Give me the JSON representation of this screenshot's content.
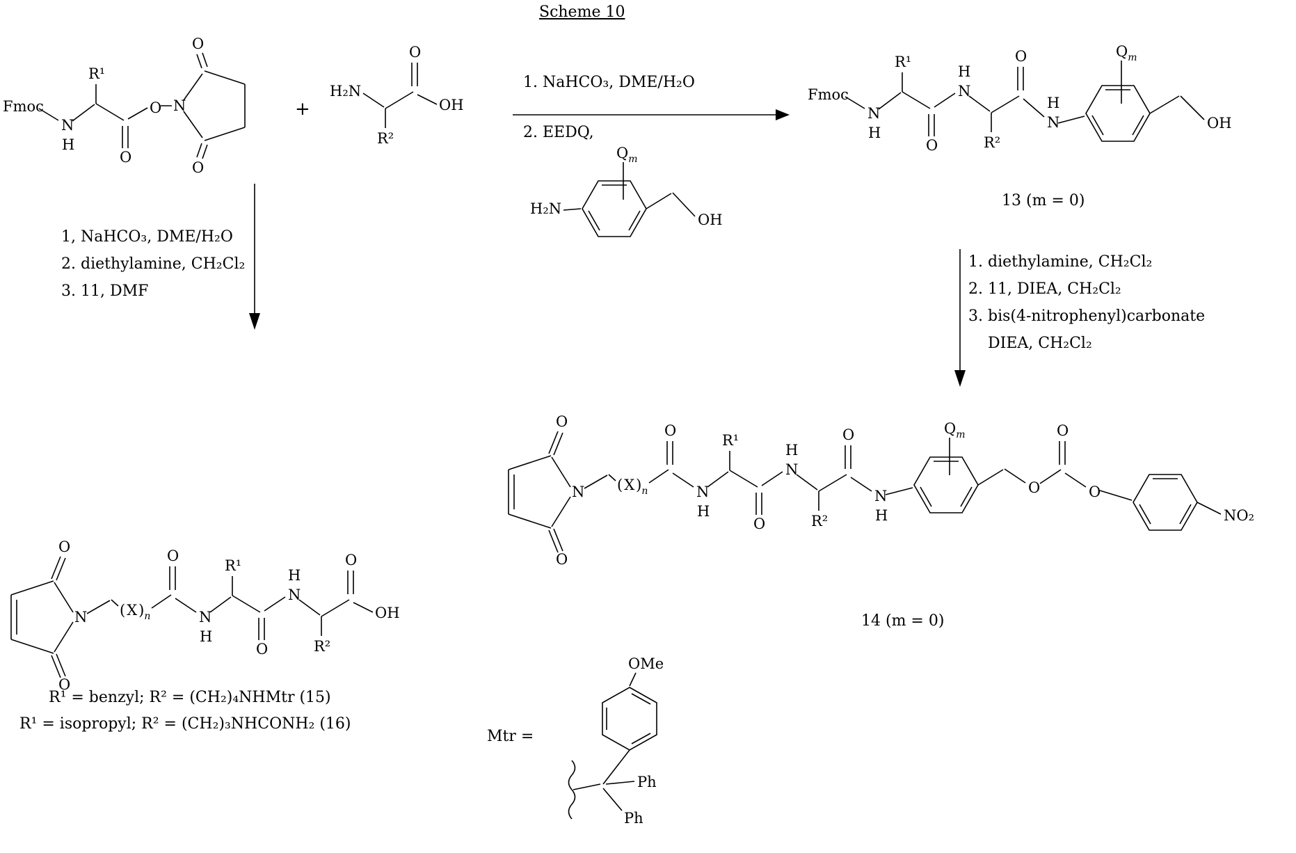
{
  "title": "Scheme 10",
  "operators": {
    "plus": "+"
  },
  "atoms": {
    "fmoc": "Fmoc",
    "n": "N",
    "h": "H",
    "o": "O",
    "oh": "OH",
    "h2n": "H₂N",
    "r1": "R¹",
    "r2": "R²",
    "q": "Q",
    "m": "m",
    "x": "X",
    "n_sub": "n",
    "lparen": "(",
    "rparen": ")",
    "ome": "OMe",
    "ph": "Ph",
    "no2": "NO₂"
  },
  "reaction1": {
    "above": "1. NaHCO₃, DME/H₂O",
    "below": "2. EEDQ,"
  },
  "reaction_left": {
    "line1": "1, NaHCO₃, DME/H₂O",
    "line2": "2. diethylamine, CH₂Cl₂",
    "line3": "3. 11, DMF"
  },
  "reaction_right": {
    "line1": "1. diethylamine, CH₂Cl₂",
    "line2": "2. 11, DIEA, CH₂Cl₂",
    "line3": "3. bis(4-nitrophenyl)carbonate",
    "line4": "DIEA, CH₂Cl₂"
  },
  "compound_labels": {
    "c13": "13 (m = 0)",
    "c14": "14 (m = 0)",
    "c15": "R¹ = benzyl; R² = (CH₂)₄NHMtr (15)",
    "c16": "R¹ = isopropyl; R² = (CH₂)₃NHCONH₂ (16)",
    "mtr": "Mtr ="
  }
}
